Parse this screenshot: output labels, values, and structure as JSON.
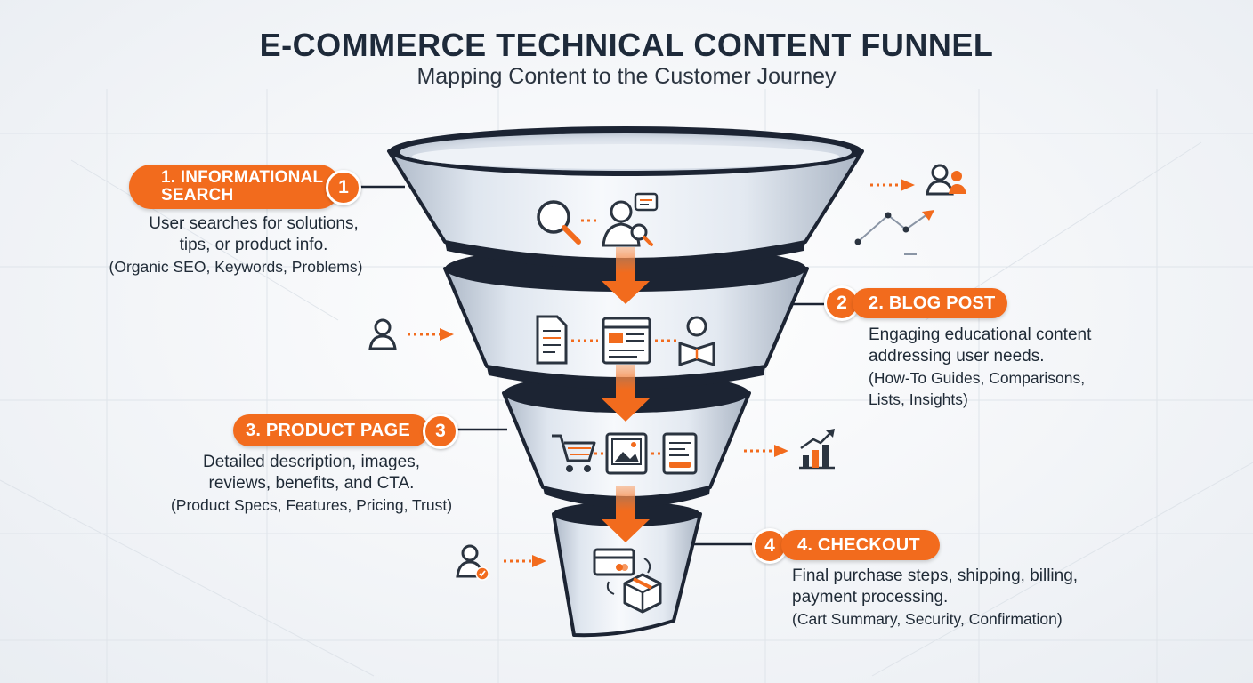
{
  "title": "E-COMMERCE TECHNICAL CONTENT FUNNEL",
  "subtitle": "Mapping Content to the Customer Journey",
  "colors": {
    "accent": "#f26b1d",
    "dark": "#1e2a3a",
    "funnel_rim": "#1c2433",
    "funnel_body": "#dde4ee"
  },
  "stages": [
    {
      "number": "1",
      "title": "1. INFORMATIONAL SEARCH",
      "description": "User searches for solutions, tips, or product info.",
      "examples": "(Organic SEO, Keywords, Problems)",
      "icons": [
        "magnifier-icon",
        "user-search-icon",
        "chat-bubble-icon"
      ],
      "side_icons": [
        "audience-icon",
        "trend-line-icon"
      ]
    },
    {
      "number": "2",
      "title": "2. BLOG POST",
      "description": "Engaging educational content addressing user needs.",
      "examples": "(How-To Guides, Comparisons, Lists, Insights)",
      "icons": [
        "document-icon",
        "browser-article-icon",
        "reader-icon"
      ],
      "side_icons": [
        "user-icon"
      ]
    },
    {
      "number": "3",
      "title": "3. PRODUCT PAGE",
      "description": "Detailed description, images, reviews, benefits, and CTA.",
      "examples": "(Product Specs, Features, Pricing, Trust)",
      "icons": [
        "cart-icon",
        "image-icon",
        "product-card-icon"
      ],
      "side_icons": [
        "bar-chart-icon"
      ]
    },
    {
      "number": "4",
      "title": "4. CHECKOUT",
      "description": "Final purchase steps, shipping, billing, payment processing.",
      "examples": "(Cart Summary, Security, Confirmation)",
      "icons": [
        "credit-card-icon",
        "package-icon"
      ],
      "side_icons": [
        "verified-user-icon"
      ]
    }
  ]
}
